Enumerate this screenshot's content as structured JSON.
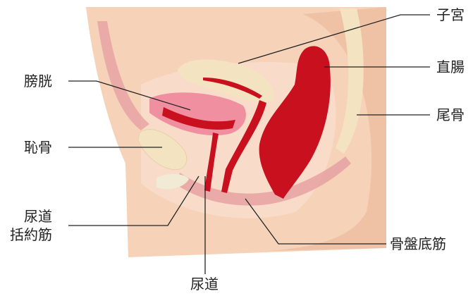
{
  "labels": {
    "uterus": "子宮",
    "rectum": "直腸",
    "coccyx": "尾骨",
    "bladder": "膀胱",
    "pubic_bone": "恥骨",
    "urethral_sphincter_line1": "尿道",
    "urethral_sphincter_line2": "括約筋",
    "pelvic_floor_muscle": "骨盤底筋",
    "urethra": "尿道"
  },
  "colors": {
    "skin": "#f6d2b8",
    "skin_dark": "#eab496",
    "organ_red": "#c8101e",
    "bladder_pink": "#ef8fa0",
    "bone": "#f4e3c0",
    "muscle": "#e7a4a4",
    "leader_line": "#222222"
  }
}
